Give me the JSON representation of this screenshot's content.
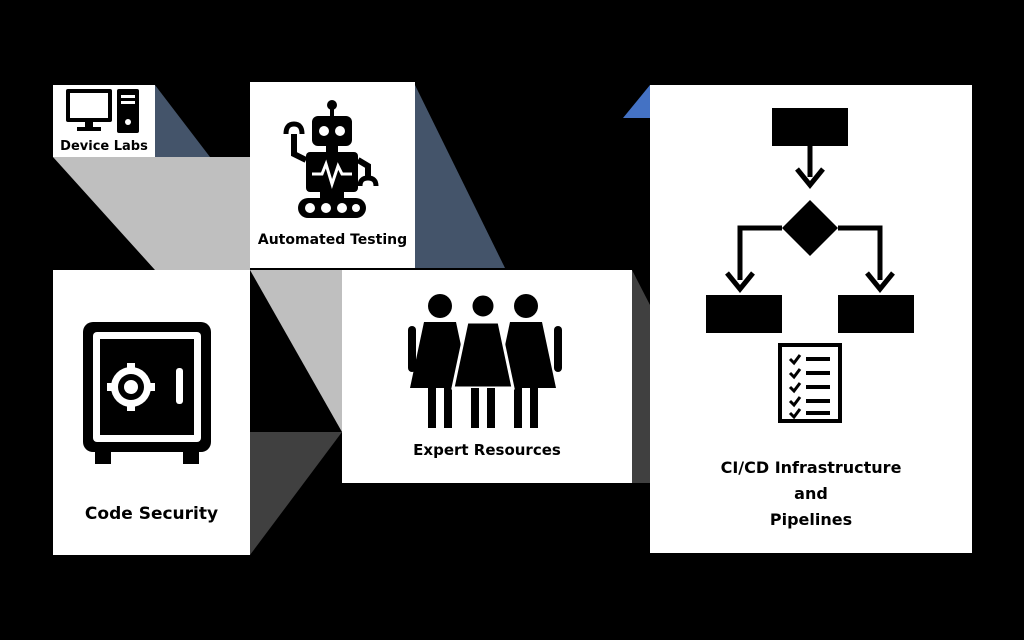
{
  "cards": {
    "device_labs": {
      "label": "Device Labs",
      "icon": "computer-monitor-tower-icon"
    },
    "automated_testing": {
      "label": "Automated Testing",
      "icon": "robot-icon"
    },
    "code_security": {
      "label": "Code Security",
      "icon": "safe-vault-icon"
    },
    "expert_resources": {
      "label": "Expert Resources",
      "icon": "people-group-icon"
    },
    "cicd": {
      "label_line1": "CI/CD Infrastructure",
      "label_line2": "and",
      "label_line3": "Pipelines",
      "icons": [
        "flowchart-icon",
        "checklist-icon"
      ]
    }
  },
  "colors": {
    "background": "#000000",
    "card": "#ffffff",
    "connector_light_gray": "#bfbfbf",
    "connector_slate": "#44546a",
    "connector_dark_gray": "#404040",
    "connector_blue": "#4472c4"
  }
}
